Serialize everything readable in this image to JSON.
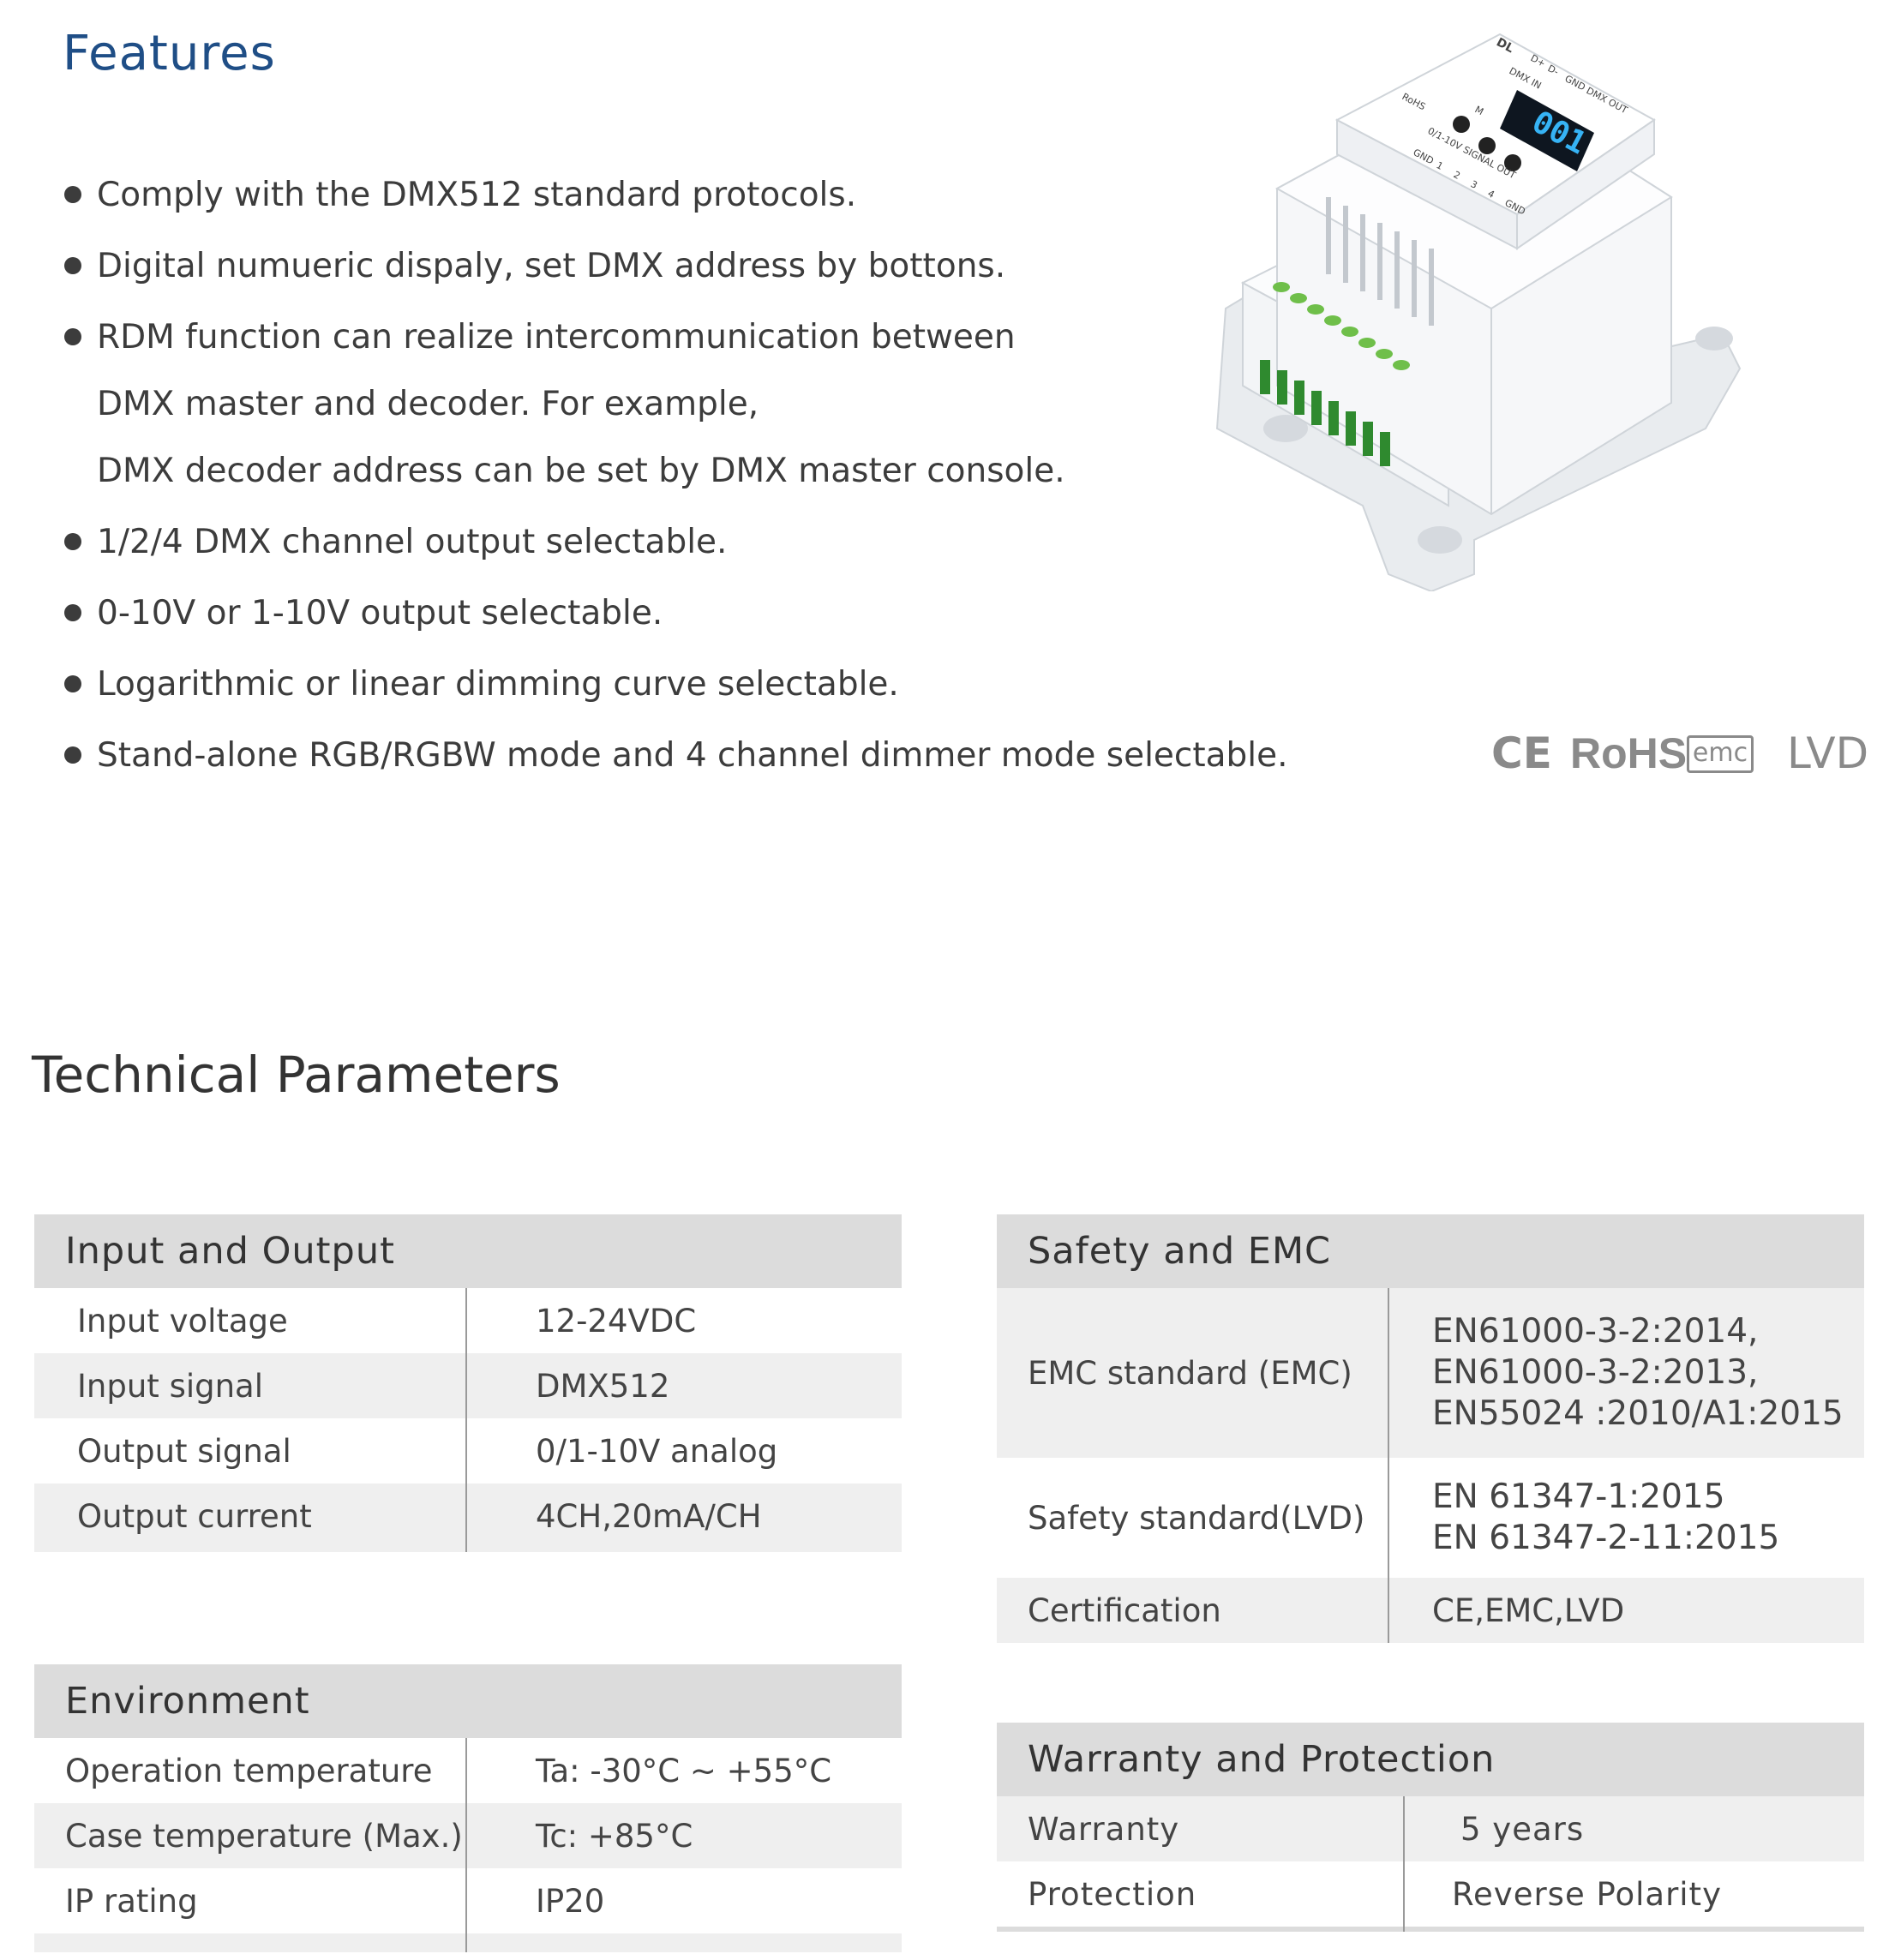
{
  "features": {
    "title": "Features",
    "items": [
      "Comply with the DMX512 standard protocols.",
      "Digital numueric dispaly, set DMX address by bottons.",
      "RDM function can realize intercommunication between",
      "DMX master and decoder.  For example,",
      "DMX decoder address can be set by DMX master console.",
      "1/2/4 DMX channel output selectable.",
      "0-10V or 1-10V output selectable.",
      "Logarithmic or linear dimming curve selectable.",
      "Stand-alone RGB/RGBW mode and 4 channel dimmer mode selectable."
    ]
  },
  "product": {
    "display": "001",
    "brand": "DL",
    "labels": [
      "RoHS",
      "M",
      "GND",
      "1",
      "2",
      "3",
      "4",
      "GND",
      "D+",
      "D-",
      "GND",
      "DMX IN",
      "DMX OUT",
      "0/1-10V SIGNAL OUT"
    ]
  },
  "certs": {
    "ce": "CE",
    "rohs": "RoHS",
    "emc": "emc",
    "lvd": "LVD"
  },
  "tech": {
    "title": "Technical Parameters",
    "input_output": {
      "header": "Input and Output",
      "rows": [
        {
          "k": "Input voltage",
          "v": "12-24VDC"
        },
        {
          "k": "Input signal",
          "v": "DMX512"
        },
        {
          "k": "Output signal",
          "v": "0/1-10V analog"
        },
        {
          "k": "Output current",
          "v": "4CH,20mA/CH"
        }
      ]
    },
    "environment": {
      "header": "Environment",
      "rows": [
        {
          "k": "Operation temperature",
          "v": "Ta: -30°C ~ +55°C"
        },
        {
          "k": "Case temperature (Max.)",
          "v": "Tc: +85°C"
        },
        {
          "k": "IP rating",
          "v": "IP20"
        }
      ]
    },
    "safety_emc": {
      "header": "Safety and EMC",
      "emc_k": "EMC standard (EMC)",
      "emc_v": [
        "EN61000-3-2:2014,",
        "EN61000-3-2:2013,",
        "EN55024 :2010/A1:2015"
      ],
      "lvd_k": "Safety standard(LVD)",
      "lvd_v": [
        "EN 61347-1:2015",
        "EN 61347-2-11:2015"
      ],
      "cert_k": "Certification",
      "cert_v": "CE,EMC,LVD"
    },
    "warranty": {
      "header": "Warranty and Protection",
      "rows": [
        {
          "k": "Warranty",
          "v": "5 years"
        },
        {
          "k": "Protection",
          "v": "Reverse Polarity"
        }
      ]
    }
  }
}
